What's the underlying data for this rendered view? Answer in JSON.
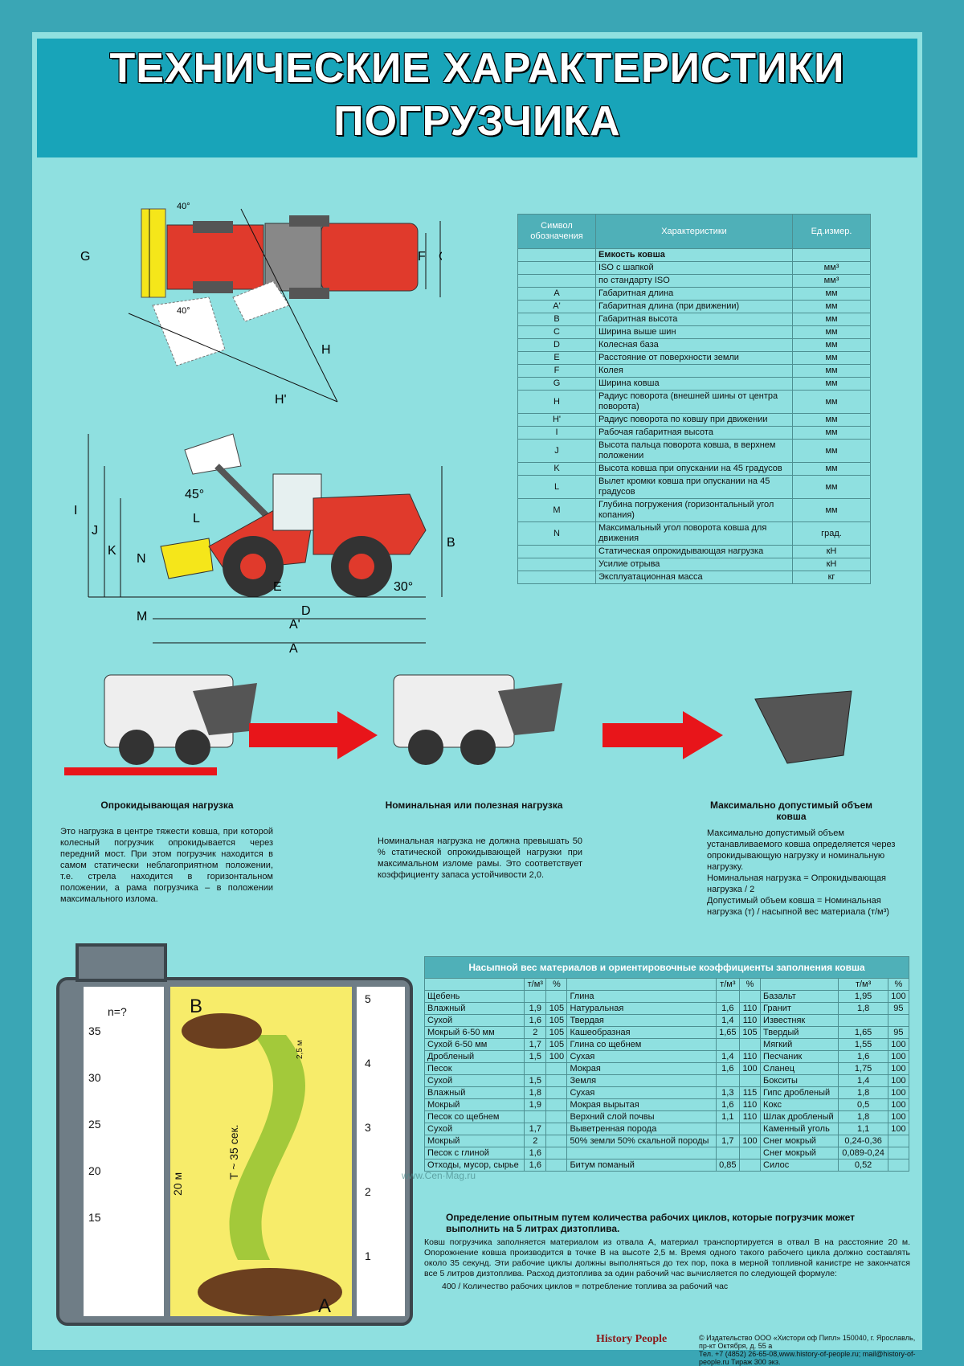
{
  "title": {
    "line1": "ТЕХНИЧЕСКИЕ ХАРАКТЕРИСТИКИ",
    "line2": "ПОГРУЗЧИКА"
  },
  "colors": {
    "band": "#18a4b9",
    "bg": "#8fe0e0",
    "loader_red": "#e03a2c",
    "bucket_yellow": "#f5e61a",
    "arrow_red": "#e8151a"
  },
  "top_view": {
    "labels": [
      "40°",
      "40°",
      "G",
      "F",
      "C",
      "H",
      "H'"
    ]
  },
  "side_view": {
    "labels": [
      "I",
      "J",
      "K",
      "N",
      "L",
      "45°",
      "B",
      "E",
      "D",
      "30°",
      "M",
      "A'",
      "A"
    ]
  },
  "spec_table": {
    "headers": [
      "Символ обозначения",
      "Характеристики",
      "Ед.измер."
    ],
    "rows": [
      [
        "",
        "Емкость ковша",
        ""
      ],
      [
        "",
        "ISO с шапкой",
        "мм³"
      ],
      [
        "",
        "по стандарту ISO",
        "мм³"
      ],
      [
        "A",
        "Габаритная длина",
        "мм"
      ],
      [
        "A'",
        "Габаритная длина (при движении)",
        "мм"
      ],
      [
        "B",
        "Габаритная высота",
        "мм"
      ],
      [
        "C",
        "Ширина выше шин",
        "мм"
      ],
      [
        "D",
        "Колесная база",
        "мм"
      ],
      [
        "E",
        "Расстояние от поверхности земли",
        "мм"
      ],
      [
        "F",
        "Колея",
        "мм"
      ],
      [
        "G",
        "Ширина ковша",
        "мм"
      ],
      [
        "H",
        "Радиус поворота (внешней шины от центра поворота)",
        "мм"
      ],
      [
        "H'",
        "Радиус поворота по ковшу при движении",
        "мм"
      ],
      [
        "I",
        "Рабочая габаритная высота",
        "мм"
      ],
      [
        "J",
        "Высота пальца поворота ковша, в верхнем положении",
        "мм"
      ],
      [
        "K",
        "Высота ковша при опускании на 45 градусов",
        "мм"
      ],
      [
        "L",
        "Вылет кромки ковша при опускании на 45 градусов",
        "мм"
      ],
      [
        "M",
        "Глубина погружения (горизонтальный угол копания)",
        "мм"
      ],
      [
        "N",
        "Максимальный угол поворота ковша для движения",
        "град."
      ],
      [
        "",
        "Статическая опрокидывающая нагрузка",
        "кН"
      ],
      [
        "",
        "Усилие отрыва",
        "кН"
      ],
      [
        "",
        "Эксплуатационная масса",
        "кг"
      ]
    ]
  },
  "middle": {
    "c1_title": "Опрокидывающая нагрузка",
    "c1_text": "Это нагрузка в центре тяжести ковша, при которой колесный погрузчик опрокидывается через передний мост. При этом погрузчик находится в самом статически неблагоприятном положении, т.е. стрела находится в горизонтальном положении, а рама погрузчика – в положении максимального излома.",
    "c2_title": "Номинальная или полезная нагрузка",
    "c2_text": "Номинальная нагрузка не должна превышать 50 % статической опрокидывающей нагрузки при максимальном изломе рамы. Это соответствует коэффициенту запаса устойчивости 2,0.",
    "c3_title": "Максимально допустимый объем ковша",
    "c3_text1": "Максимально допустимый объем устанавливаемого ковша определяется через опрокидывающую нагрузку и номинальную нагрузку.",
    "c3_text2": "Номинальная нагрузка = Опрокидывающая нагрузка / 2",
    "c3_text3": "Допустимый объем ковша = Номинальная нагрузка (т) / насыпной вес материала (т/м³)"
  },
  "cycle": {
    "n_label": "n=?",
    "scale": [
      "35",
      "30",
      "25",
      "20",
      "15"
    ],
    "gauge": [
      "5",
      "4",
      "3",
      "2",
      "1"
    ],
    "B": "B",
    "A": "A",
    "dist": "20 м",
    "time": "T ~ 35 сек.",
    "height": "2,5 м"
  },
  "materials": {
    "title": "Насыпной вес материалов и ориентировочные коэффициенты заполнения ковша",
    "unit1": "т/м³",
    "unit2": "%",
    "rows": [
      [
        "Щебень",
        "",
        "",
        "Глина",
        "",
        "",
        "Базальт",
        "1,95",
        "100"
      ],
      [
        "Влажный",
        "1,9",
        "105",
        "Натуральная",
        "1,6",
        "110",
        "Гранит",
        "1,8",
        "95"
      ],
      [
        "Сухой",
        "1,6",
        "105",
        "Твердая",
        "1,4",
        "110",
        "Известняк",
        "",
        ""
      ],
      [
        "Мокрый 6-50 мм",
        "2",
        "105",
        "Кашеобразная",
        "1,65",
        "105",
        "Твердый",
        "1,65",
        "95"
      ],
      [
        "Сухой 6-50 мм",
        "1,7",
        "105",
        "Глина со щебнем",
        "",
        "",
        "Мягкий",
        "1,55",
        "100"
      ],
      [
        "Дробленый",
        "1,5",
        "100",
        "Сухая",
        "1,4",
        "110",
        "Песчаник",
        "1,6",
        "100"
      ],
      [
        "Песок",
        "",
        "",
        "Мокрая",
        "1,6",
        "100",
        "Сланец",
        "1,75",
        "100"
      ],
      [
        "Сухой",
        "1,5",
        "",
        "Земля",
        "",
        "",
        "Бокситы",
        "1,4",
        "100"
      ],
      [
        "Влажный",
        "1,8",
        "",
        "Сухая",
        "1,3",
        "115",
        "Гипс дробленый",
        "1,8",
        "100"
      ],
      [
        "Мокрый",
        "1,9",
        "",
        "Мокрая вырытая",
        "1,6",
        "110",
        "Кокс",
        "0,5",
        "100"
      ],
      [
        "Песок со щебнем",
        "",
        "",
        "Верхний слой почвы",
        "1,1",
        "110",
        "Шлак дробленый",
        "1,8",
        "100"
      ],
      [
        "Сухой",
        "1,7",
        "",
        "Выветренная порода",
        "",
        "",
        "Каменный уголь",
        "1,1",
        "100"
      ],
      [
        "Мокрый",
        "2",
        "",
        "50% земли 50% скальной породы",
        "1,7",
        "100",
        "Снег мокрый",
        "0,24-0,36",
        ""
      ],
      [
        "Песок с глиной",
        "1,6",
        "",
        "",
        "",
        "",
        "Снег мокрый",
        "0,089-0,24",
        ""
      ],
      [
        "Отходы, мусор, сырье",
        "1,6",
        "",
        "Битум поманый",
        "0,85",
        "",
        "Силос",
        "0,52",
        ""
      ]
    ]
  },
  "experiment": {
    "title": "Определение опытным путем количества рабочих циклов, которые погрузчик может выполнить на 5 литрах дизтоплива.",
    "text": "Ковш погрузчика заполняется материалом из отвала А, материал транспортируется в отвал В на расстояние 20 м. Опорожнение ковша производится в точке В на высоте 2,5 м. Время одного такого рабочего цикла должно составлять около 35 секунд. Эти рабочие циклы должны выполняться до тех пор, пока в мерной топливной канистре не закончатся все 5 литров дизтоплива. Расход дизтоплива за один рабочий час вычисляется по следующей формуле:",
    "formula": "400 /  Количество рабочих циклов = потребление топлива за рабочий час"
  },
  "footer": {
    "brand": "History People",
    "line1": "© Издательство ООО «Хистори оф Пипл» 150040, г. Ярославль, пр-кт Октября, д. 55 а",
    "line2": "Тел. +7 (4852) 26-65-08,www.history-of-people.ru; mail@history-of-people.ru Тираж 300 экз.",
    "watermark": "www.Cen·Mag.ru"
  }
}
